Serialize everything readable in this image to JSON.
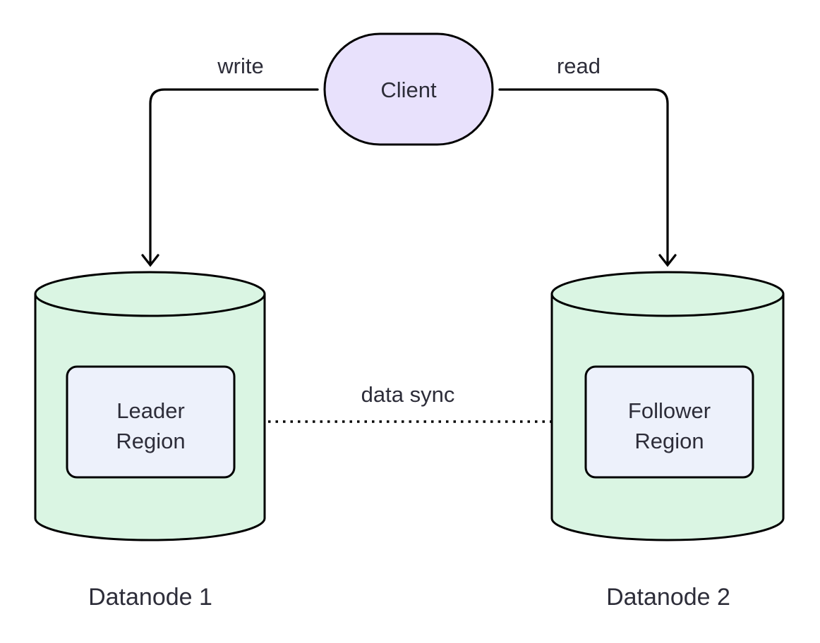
{
  "colors": {
    "background": "#ffffff",
    "stroke": "#000000",
    "text": "#2d2d39",
    "client_fill": "#e8e1fc",
    "cylinder_fill": "#daf5e3",
    "region_fill": "#edf1fb"
  },
  "nodes": {
    "client": {
      "label": "Client",
      "shape": "stadium"
    },
    "datanode1": {
      "caption": "Datanode 1",
      "shape": "cylinder",
      "region": {
        "line1": "Leader",
        "line2": "Region"
      }
    },
    "datanode2": {
      "caption": "Datanode 2",
      "shape": "cylinder",
      "region": {
        "line1": "Follower",
        "line2": "Region"
      }
    }
  },
  "edges": {
    "write": {
      "label": "write",
      "from": "client",
      "to": "datanode1",
      "style": "solid"
    },
    "read": {
      "label": "read",
      "from": "client",
      "to": "datanode2",
      "style": "solid"
    },
    "sync": {
      "label": "data sync",
      "from": "leader-region",
      "to": "follower-region",
      "style": "dotted"
    }
  }
}
